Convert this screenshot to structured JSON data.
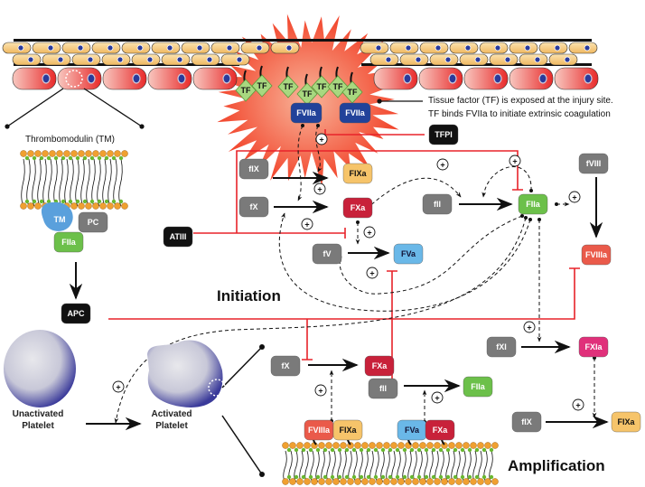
{
  "annotation": {
    "line1": "Tissue factor (TF) is exposed at the injury site.",
    "line2": "TF binds FVIIa to initiate extrinsic coagulation"
  },
  "thrombomodulin_label": "Thrombomodulin (TM)",
  "section_labels": {
    "initiation": "Initiation",
    "amplification": "Amplification"
  },
  "platelets": {
    "unactivated": [
      "Unactivated",
      "Platelet"
    ],
    "activated": [
      "Activated",
      "Platelet"
    ]
  },
  "plus_symbol": "+",
  "tf_label": "TF",
  "colors": {
    "inhibition": "#e8232a",
    "injury_burst": "#f25a3c",
    "zymogen": "#7a7a7a",
    "FIXa": "#f6c46a",
    "FXa": "#c8213a",
    "FIIa": "#6cc04a",
    "FVa": "#6ab8e8",
    "FVIIIa": "#ea5a4a",
    "FXIa": "#e0307a",
    "FVIIa": "#22429a",
    "inhibitor": "#111111",
    "TM": "#5aa0dc"
  },
  "nodes": {
    "tm": "TM",
    "pc": "PC",
    "tm_fiia": "FIIa",
    "apc": "APC",
    "atiii": "ATIII",
    "tfpi": "TFPI",
    "fviia_1": "FVIIa",
    "fviia_2": "FVIIa",
    "fix_1": "fIX",
    "fixa_1": "FIXa",
    "fx_1": "fX",
    "fxa_1": "FXa",
    "fii_1": "fII",
    "fiia_1": "FIIa",
    "fviii": "fVIII",
    "fviiia_1": "FVIIIa",
    "fv": "fV",
    "fva_1": "FVa",
    "fxi": "fXI",
    "fxia": "FXIa",
    "fix_2": "fIX",
    "fixa_2": "FIXa",
    "fx_2": "fX",
    "fxa_2": "FXa",
    "fii_2": "fII",
    "fiia_2": "FIIa",
    "fviiia_2": "FVIIIa",
    "fixa_3": "FIXa",
    "fva_2": "FVa",
    "fxa_3": "FXa"
  }
}
